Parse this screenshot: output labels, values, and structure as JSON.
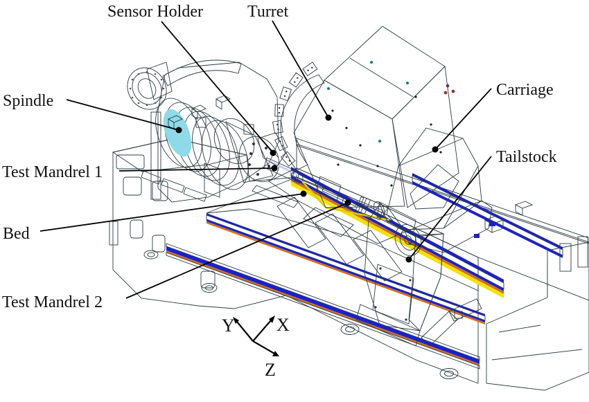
{
  "figure": {
    "type": "cad-isometric-diagram",
    "subject": "Lathe machine tool with test mandrels and sensor holder",
    "labels": {
      "sensor_holder": {
        "text": "Sensor Holder"
      },
      "turret": {
        "text": "Turret"
      },
      "spindle": {
        "text": "Spindle"
      },
      "carriage": {
        "text": "Carriage"
      },
      "tailstock": {
        "text": "Tailstock"
      },
      "test_mandrel_1": {
        "text": "Test Mandrel 1"
      },
      "bed": {
        "text": "Bed"
      },
      "test_mandrel_2": {
        "text": "Test Mandrel 2"
      }
    },
    "axes": {
      "x": "X",
      "y": "Y",
      "z": "Z"
    },
    "colors": {
      "bed_light": "#aeeef3",
      "bed_top": "#d2f7f9",
      "bed_back_wall": "#a8edf2",
      "rail_blue": "#1a22cc",
      "rail_orange": "#d2701e",
      "rail_yellow": "#f2e200",
      "yellow_plate": "#ffd900",
      "mandrel_lavender": "#98a0dc",
      "turret_white": "#f9f9fc",
      "turret_pink": "#f3e9f6",
      "tool_disc_lavender": "#b8b2d8",
      "under_plate_dark_teal": "#0e6e62",
      "carriage_teal": "#8deade",
      "tailstock_teal": "#8ce2d2",
      "tailstock_panel_purple": "#7577c5",
      "handwheel_pink": "#eedcec",
      "flange_khaki": "#d8c88c",
      "spindle_disc_teal": "#5fc0d2",
      "outline": "#2a3a40",
      "label_color": "#111111"
    }
  }
}
